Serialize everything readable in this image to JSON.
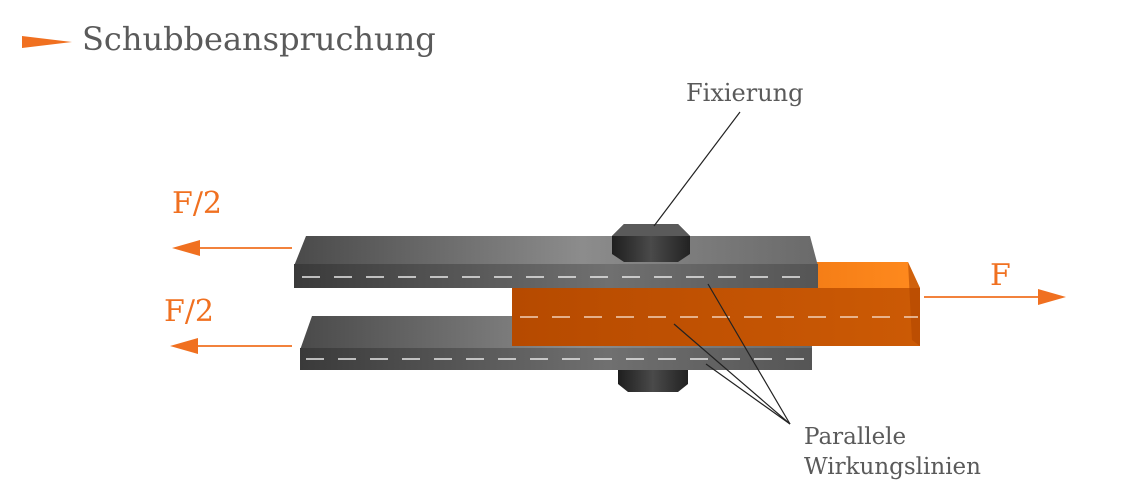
{
  "title": "Schubbeanspruchung",
  "labels": {
    "fixation": "Fixierung",
    "parallel_line1": "Parallele",
    "parallel_line2": "Wirkungslinien"
  },
  "forces": {
    "top_left": "F/2",
    "bottom_left": "F/2",
    "right": "F"
  },
  "colors": {
    "accent": "#f07020",
    "plate_gray": "#6e6e6e",
    "center_plate": "#c35000",
    "text": "#5a5a5a"
  },
  "icons": {
    "title_marker": "triangle-pennant-icon"
  }
}
